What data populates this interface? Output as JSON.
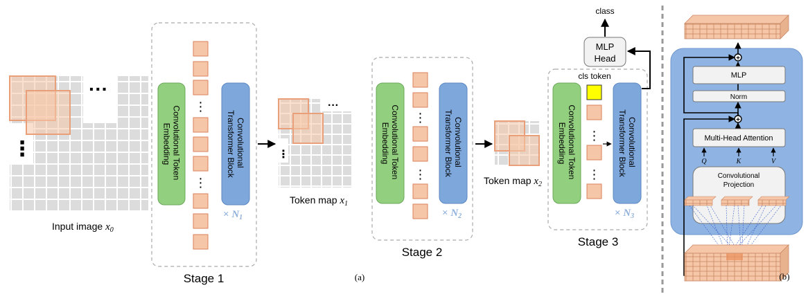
{
  "colors": {
    "grid": "#dcdcdc",
    "token_fill": "#f6c6a8",
    "token_stroke": "#d9825a",
    "embed_fill": "#92cf7f",
    "embed_stroke": "#6aa85a",
    "block_fill": "#7ea8dc",
    "block_stroke": "#5b87c0",
    "cls_fill": "#ffff00",
    "panel_fill": "#8fb4e3",
    "stage_stroke": "#a9a9a9",
    "nlabel": "#8fb0db"
  },
  "labels": {
    "input_image": "Input image ",
    "input_var": "x",
    "input_sub": "0",
    "token_map_1": "Token map ",
    "tm1_var": "x",
    "tm1_sub": "1",
    "token_map_2": "Token map ",
    "tm2_var": "x",
    "tm2_sub": "2",
    "embedding_line1": "Convolutional Token",
    "embedding_line2": "Embedding",
    "block_line1": "Convolutional",
    "block_line2": "Transformer Block",
    "n1": "× ",
    "n1_var": "N",
    "n1_sub": "1",
    "n2": "× ",
    "n2_var": "N",
    "n2_sub": "2",
    "n3": "× ",
    "n3_var": "N",
    "n3_sub": "3",
    "stage1": "Stage 1",
    "stage2": "Stage 2",
    "stage3": "Stage 3",
    "cls_token": "cls token",
    "mlp_head_1": "MLP",
    "mlp_head_2": "Head",
    "class": "class",
    "fig_a": "(a)",
    "fig_b": "(b)",
    "dots": "···",
    "vdots": "⋮",
    "mlp": "MLP",
    "norm": "Norm",
    "mha": "Multi-Head Attention",
    "q": "Q",
    "k": "K",
    "v": "V",
    "conv_proj_1": "Convolutional",
    "conv_proj_2": "Projection",
    "plus": "+"
  }
}
